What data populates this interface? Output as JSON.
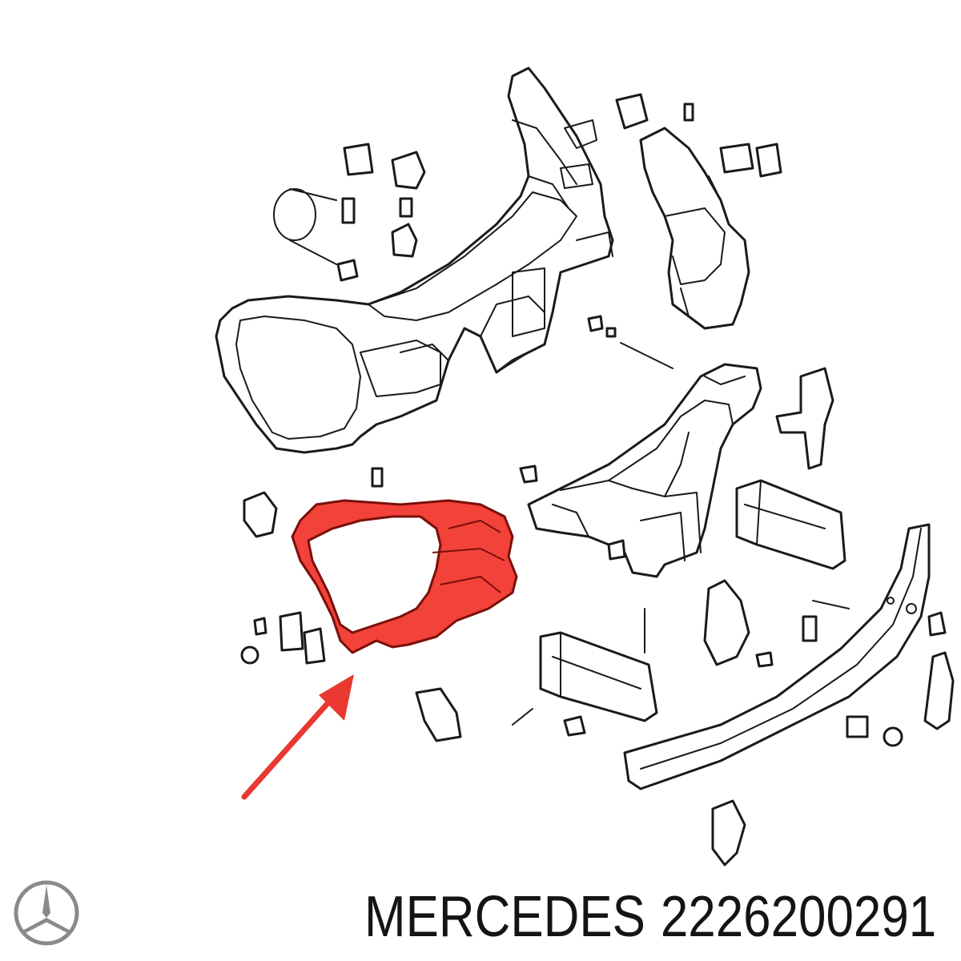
{
  "caption": {
    "brand": "MERCEDES",
    "part_number": "2226200291"
  },
  "colors": {
    "highlight": "#e8382f",
    "highlight_fill": "#f2423a",
    "line": "#1a1a1a",
    "logo": "#8a8a8a"
  },
  "icons": {
    "logo": "mercedes-star-logo",
    "pointer": "red-arrow"
  }
}
